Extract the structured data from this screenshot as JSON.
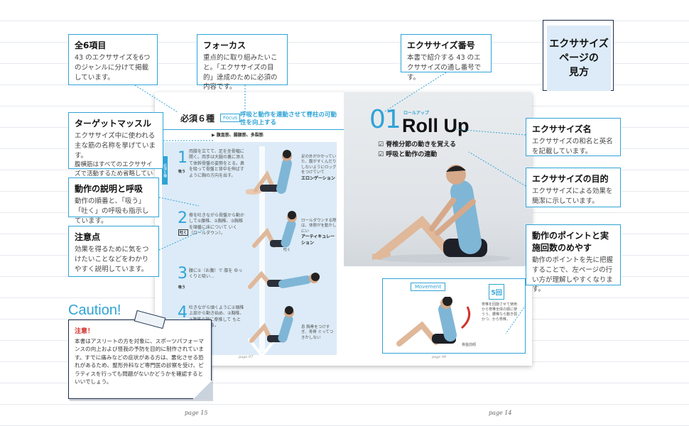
{
  "corner_title": [
    "エクササイズ",
    "ページの",
    "見方"
  ],
  "callouts": {
    "total": {
      "title": "全6項目",
      "body": "43 のエクササイズを6つのジャンルに分けて掲載しています。"
    },
    "focus": {
      "title": "フォーカス",
      "body": "重点的に取り組みたいこと。「エクササイズの目的」達成のために必須の内容です。"
    },
    "number": {
      "title": "エクササイズ番号",
      "body": "本書で紹介する 43 のエクササイズの通し番号です。"
    },
    "target": {
      "title": "ターゲットマッスル",
      "body": "エクササイズ中に使われる主な筋の名称を挙げています。",
      "body2": "腹横筋はすべてのエクササイズで活動するため省略しています。"
    },
    "explain": {
      "title": "動作の説明と呼吸",
      "body": "動作の順番と、「吸う」「吐く」の呼吸も指示しています。"
    },
    "caution_pt": {
      "title": "注意点",
      "body": "効果を得るために気をつけたいことなどをわかりやすく説明しています。"
    },
    "name": {
      "title": "エクササイズ名",
      "body": "エクササイズの和名と英名を記載しています。"
    },
    "purpose": {
      "title": "エクササイズの目的",
      "body": "エクササイズによる効果を簡潔に示しています。"
    },
    "points": {
      "title": "動作のポイントと実施回数のめやす",
      "body": "動作のポイントを先に把握することで、左ページの行い方が理解しやすくなります。"
    }
  },
  "caution": {
    "heading": "Caution!",
    "title": "注意！",
    "body": "本書はアスリートの方を対象に、スポーツパフォーマンスの向上および怪我の予防を目的に制作されています。すでに痛みなどの症状がある方は、悪化させる恐れがあるため、整形外科など専門医の診察を受け、ピラティスを行っても問題がないかどうかを確認するといいでしょう。"
  },
  "left_page": {
    "required": "必須６種",
    "focus_label": "Focus",
    "focus_text": "呼吸と動作を連動させて脊柱の可動性を向上する",
    "muscles": "腹直筋、腸腰筋、多裂筋",
    "side_tab": "必須６種",
    "steps": [
      {
        "num": "1",
        "breath": "吸う",
        "text": "両膝を立てて、足を坐骨幅に開く。両手は大腿の裏に添えて体幹骨盤の姿勢をとる。鼻を吸って骨盤と背中を伸ばすように胸の方向を出す。"
      },
      {
        "num": "2",
        "breath": "吐く",
        "text": "脊を吐きながら骨盤から動かして①腰椎、②胸椎、③胸椎を順番に床について いく（ロールダウン）。"
      },
      {
        "num": "3",
        "breath": "吸う",
        "text": "腰に①（お腹）で 膝を ゆっくりと吸い…"
      },
      {
        "num": "4",
        "breath": "吐く",
        "text": "吐きながら頭くように①頭椎上部から動き始め、②胸椎、③腰椎の順に脊推して もとの姿勢に戻る。"
      }
    ],
    "notes": [
      {
        "text": "足の外がかかっていた、腹がすくんだりしないようにロッグをつけていて",
        "bold": "エロンゲーション"
      },
      {
        "text": "ロールダウンする際は、体勢がを動かしにい",
        "bold": "アーティキュレーション"
      },
      {
        "text": "息 胸骨をつけすぎ、青骨 ミってつきかしない",
        "bold": ""
      }
    ],
    "page": "page 97",
    "breath_label": "吐く"
  },
  "right_page": {
    "number": "01",
    "kana": "ロールアップ",
    "name_en": "Roll Up",
    "purposes": [
      "脊椎分節の動きを覚える",
      "呼吸と動作の連動"
    ],
    "movement_label": "Movement",
    "reps": "5回",
    "movement_text": "脊椎を回旋させて使用から脊椎全体の順に使うう、腰椎なら動き弱かつ、から脊推。",
    "arrow_label": "骨盤前傾",
    "page": "page 96"
  },
  "footer": {
    "left": "page 15",
    "right": "page 14"
  }
}
